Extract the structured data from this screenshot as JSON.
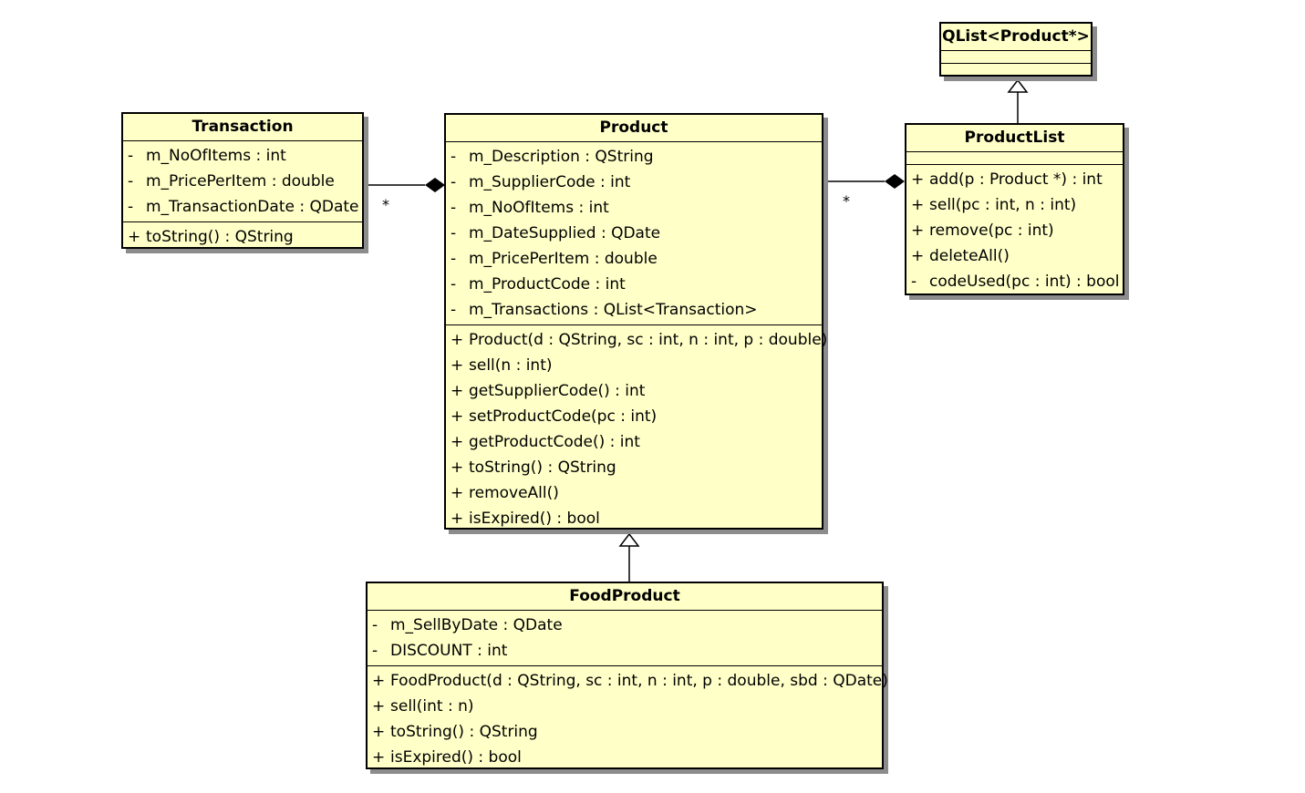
{
  "classes": {
    "qlist": {
      "name": "QList<Product*>",
      "attributes": [],
      "operations": []
    },
    "transaction": {
      "name": "Transaction",
      "attributes": [
        {
          "vis": "-",
          "text": "m_NoOfItems : int"
        },
        {
          "vis": "-",
          "text": "m_PricePerItem : double"
        },
        {
          "vis": "-",
          "text": "m_TransactionDate : QDate"
        }
      ],
      "operations": [
        {
          "vis": "+",
          "text": "toString() : QString"
        }
      ]
    },
    "product": {
      "name": "Product",
      "attributes": [
        {
          "vis": "-",
          "text": "m_Description : QString"
        },
        {
          "vis": "-",
          "text": "m_SupplierCode : int"
        },
        {
          "vis": "-",
          "text": "m_NoOfItems : int"
        },
        {
          "vis": "-",
          "text": "m_DateSupplied : QDate"
        },
        {
          "vis": "-",
          "text": "m_PricePerItem : double"
        },
        {
          "vis": "-",
          "text": "m_ProductCode : int"
        },
        {
          "vis": "-",
          "text": "m_Transactions : QList<Transaction>"
        }
      ],
      "operations": [
        {
          "vis": "+",
          "text": "Product(d : QString, sc : int, n : int, p : double)"
        },
        {
          "vis": "+",
          "text": "sell(n : int)"
        },
        {
          "vis": "+",
          "text": "getSupplierCode() : int"
        },
        {
          "vis": "+",
          "text": "setProductCode(pc : int)"
        },
        {
          "vis": "+",
          "text": "getProductCode() : int"
        },
        {
          "vis": "+",
          "text": "toString() : QString"
        },
        {
          "vis": "+",
          "text": "removeAll()"
        },
        {
          "vis": "+",
          "text": "isExpired() : bool"
        }
      ]
    },
    "productlist": {
      "name": "ProductList",
      "attributes": [],
      "operations": [
        {
          "vis": "+",
          "text": "add(p : Product *) : int"
        },
        {
          "vis": "+",
          "text": "sell(pc : int, n : int)"
        },
        {
          "vis": "+",
          "text": "remove(pc : int)"
        },
        {
          "vis": "+",
          "text": "deleteAll()"
        },
        {
          "vis": "-",
          "text": "codeUsed(pc : int) : bool"
        }
      ]
    },
    "foodproduct": {
      "name": "FoodProduct",
      "attributes": [
        {
          "vis": "-",
          "text": "m_SellByDate : QDate"
        },
        {
          "vis": "-",
          "text": "DISCOUNT : int"
        }
      ],
      "operations": [
        {
          "vis": "+",
          "text": "FoodProduct(d : QString, sc : int, n : int, p : double, sbd : QDate)"
        },
        {
          "vis": "+",
          "text": "sell(int : n)"
        },
        {
          "vis": "+",
          "text": "toString() : QString"
        },
        {
          "vis": "+",
          "text": "isExpired() : bool"
        }
      ]
    }
  },
  "relations": [
    {
      "type": "composition",
      "from": "transaction",
      "to": "product",
      "multiplicity": "*"
    },
    {
      "type": "composition",
      "from": "product",
      "to": "productlist",
      "multiplicity": "*"
    },
    {
      "type": "generalization",
      "from": "productlist",
      "to": "qlist"
    },
    {
      "type": "generalization",
      "from": "foodproduct",
      "to": "product"
    }
  ],
  "colors": {
    "class_fill": "#ffffc8",
    "border": "#000000",
    "shadow": "#8c8c8c"
  }
}
